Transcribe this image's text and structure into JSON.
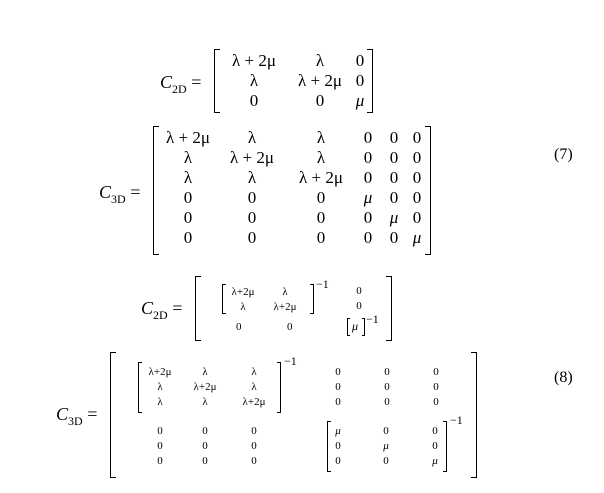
{
  "eq7": {
    "label": "(7)",
    "c2d": {
      "lhs_symbol": "C",
      "lhs_sub": "2D",
      "equals": "=",
      "rows": [
        [
          "λ + 2μ",
          "λ",
          "0"
        ],
        [
          "λ",
          "λ + 2μ",
          "0"
        ],
        [
          "0",
          "0",
          "μ"
        ]
      ]
    },
    "c3d": {
      "lhs_symbol": "C",
      "lhs_sub": "3D",
      "equals": "=",
      "rows": [
        [
          "λ + 2μ",
          "λ",
          "λ",
          "0",
          "0",
          "0"
        ],
        [
          "λ",
          "λ + 2μ",
          "λ",
          "0",
          "0",
          "0"
        ],
        [
          "λ",
          "λ",
          "λ + 2μ",
          "0",
          "0",
          "0"
        ],
        [
          "0",
          "0",
          "0",
          "μ",
          "0",
          "0"
        ],
        [
          "0",
          "0",
          "0",
          "0",
          "μ",
          "0"
        ],
        [
          "0",
          "0",
          "0",
          "0",
          "0",
          "μ"
        ]
      ]
    }
  },
  "eq8": {
    "label": "(8)",
    "inverse_exponent": "−1",
    "c2d": {
      "lhs_symbol": "C",
      "lhs_sub": "2D",
      "equals": "=",
      "block": [
        [
          "λ+2μ",
          "λ"
        ],
        [
          "λ",
          "λ+2μ"
        ]
      ],
      "right_col": [
        "0",
        "0"
      ],
      "bottom_row": [
        "0",
        "0"
      ],
      "corner": "μ"
    },
    "c3d": {
      "lhs_symbol": "C",
      "lhs_sub": "3D",
      "equals": "=",
      "top_left": [
        [
          "λ+2μ",
          "λ",
          "λ"
        ],
        [
          "λ",
          "λ+2μ",
          "λ"
        ],
        [
          "λ",
          "λ",
          "λ+2μ"
        ]
      ],
      "top_right": [
        [
          "0",
          "0",
          "0"
        ],
        [
          "0",
          "0",
          "0"
        ],
        [
          "0",
          "0",
          "0"
        ]
      ],
      "bottom_left": [
        [
          "0",
          "0",
          "0"
        ],
        [
          "0",
          "0",
          "0"
        ],
        [
          "0",
          "0",
          "0"
        ]
      ],
      "bottom_right": [
        [
          "μ",
          "0",
          "0"
        ],
        [
          "0",
          "μ",
          "0"
        ],
        [
          "0",
          "0",
          "μ"
        ]
      ]
    }
  }
}
